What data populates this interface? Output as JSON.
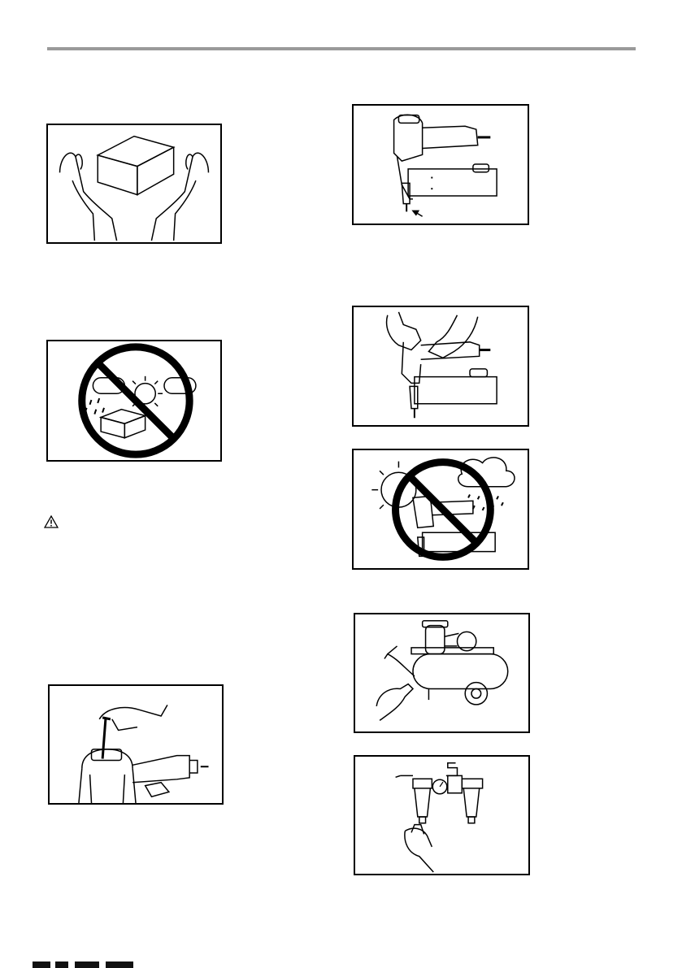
{
  "page": {
    "figures": [
      {
        "id": "fig-1",
        "icon": "hands-holding-box"
      },
      {
        "id": "fig-2",
        "icon": "no-rain-no-sun-storage"
      },
      {
        "id": "fig-3",
        "icon": "hex-wrench-adjustment"
      },
      {
        "id": "fig-4",
        "icon": "nail-gun-arrow-nose"
      },
      {
        "id": "fig-5",
        "icon": "hands-cleaning-nailer"
      },
      {
        "id": "fig-6",
        "icon": "no-sun-rain-tool-use"
      },
      {
        "id": "fig-7",
        "icon": "compressor-drain-valve"
      },
      {
        "id": "fig-8",
        "icon": "filter-regulator-drain"
      }
    ],
    "warning_symbol": "caution-triangle-icon"
  }
}
